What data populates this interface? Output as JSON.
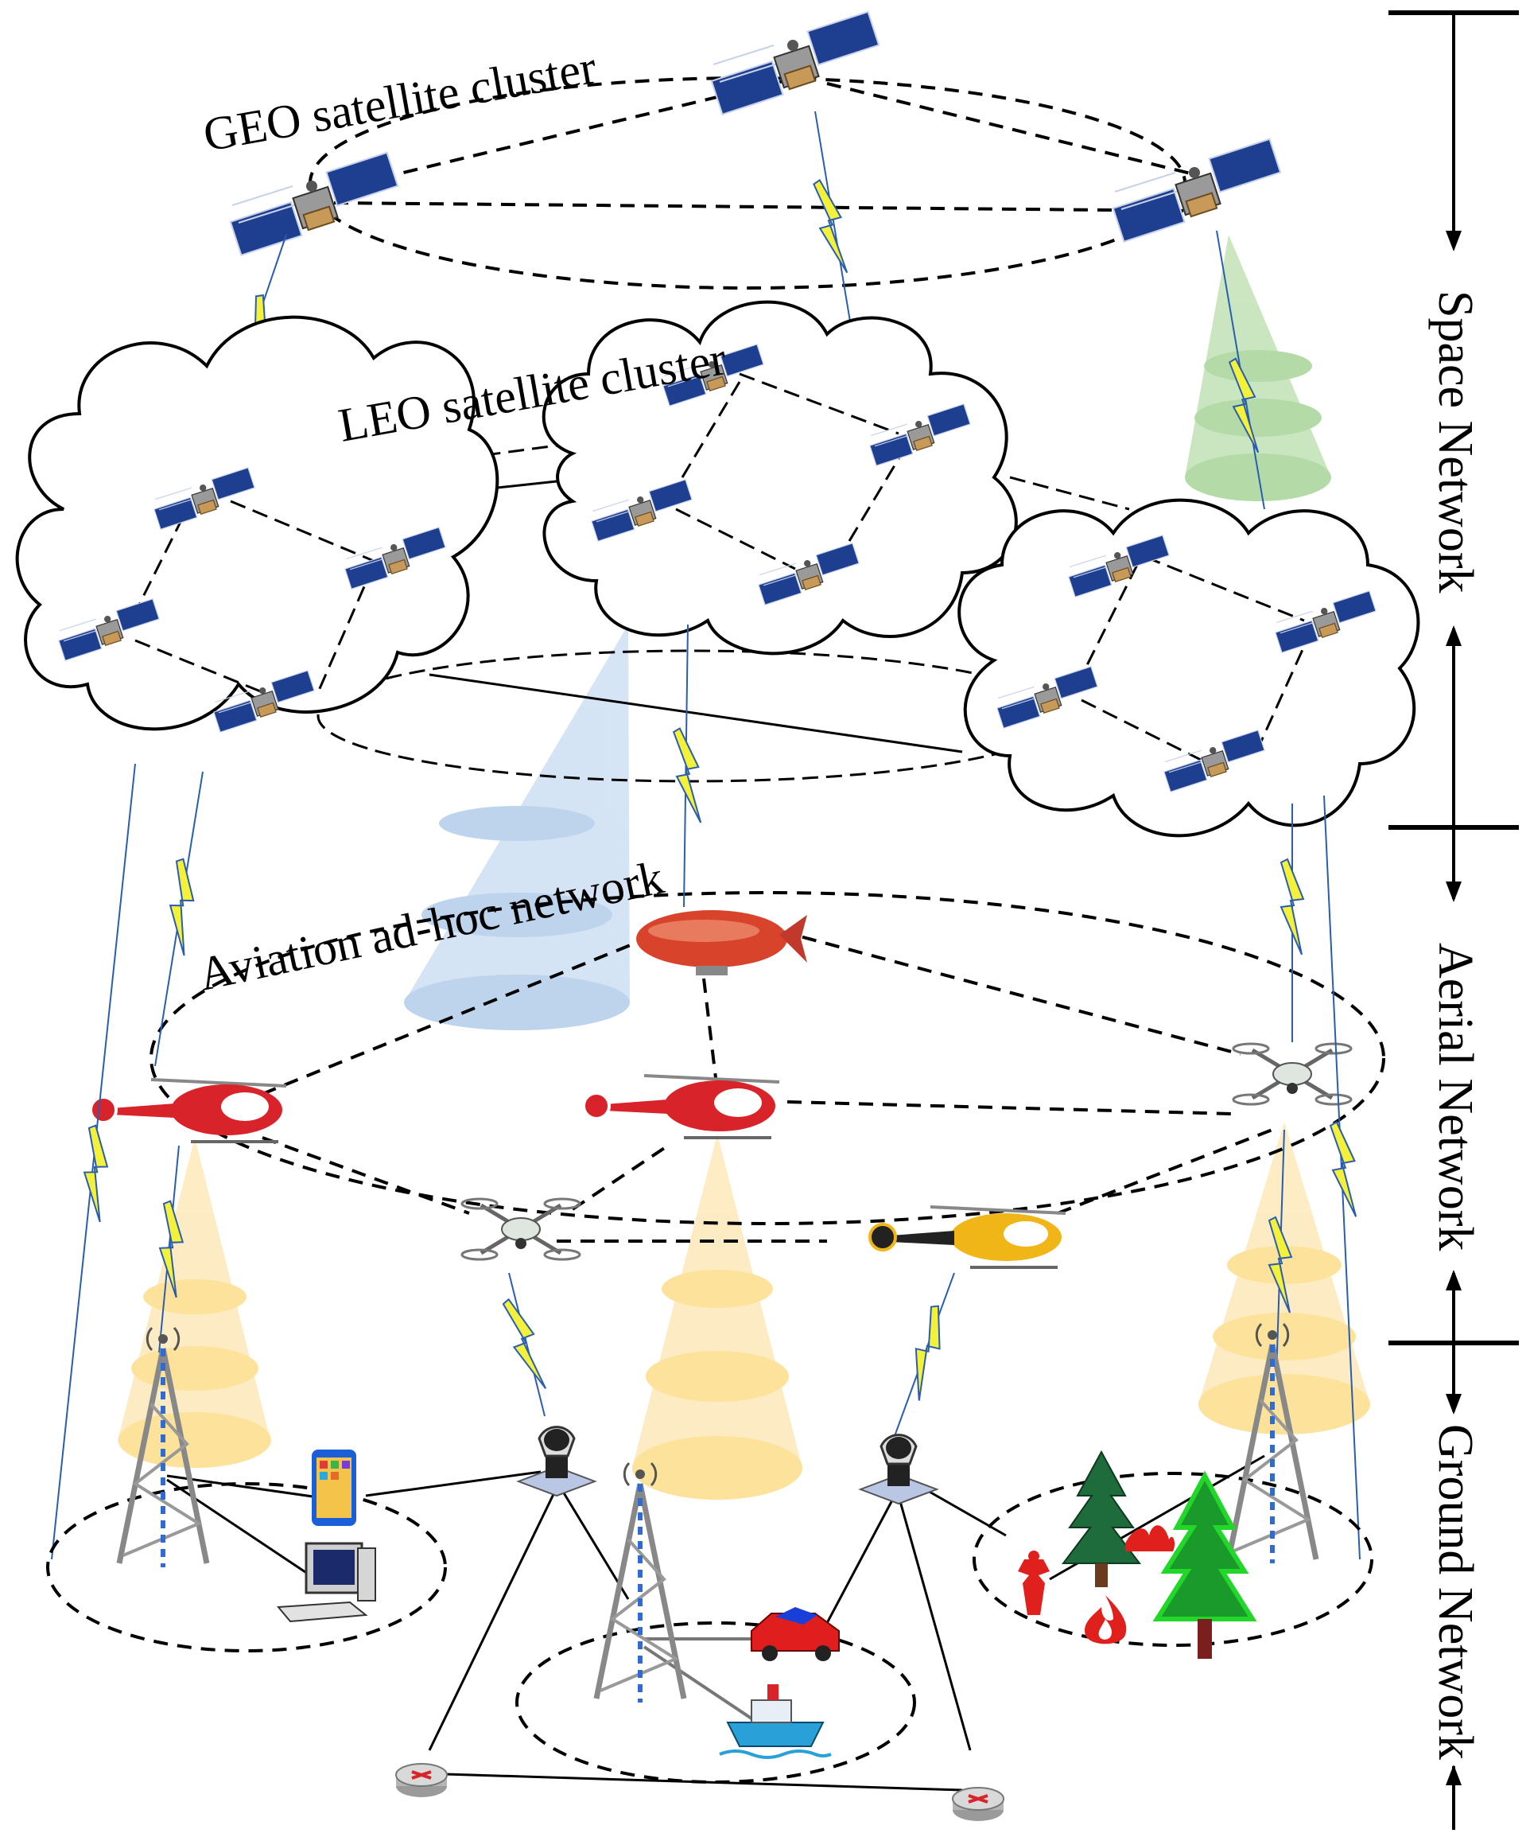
{
  "labels": {
    "geo_cluster": "GEO satellite cluster",
    "leo_cluster": "LEO satellite cluster",
    "aviation_network": "Aviation ad-hoc network",
    "space_network": "Space Network",
    "aerial_network": "Aerial Network",
    "ground_network": "Ground Network"
  },
  "colors": {
    "solar_panel": "#1e3f8f",
    "lightning": "#f4f13a",
    "beam_green": "#9ccf8a",
    "beam_blue": "#a9c6e8",
    "beam_yellow": "#fbd97a",
    "fire": "#e0201c",
    "tree_dark": "#1e6b3b",
    "tree_bright": "#22d62a"
  },
  "icons": {
    "geo_satellite": "satellite-icon",
    "leo_satellite": "satellite-icon",
    "airship": "airship-icon",
    "helicopter": "helicopter-icon",
    "drone": "drone-icon",
    "cell_tower": "cell-tower-icon",
    "ground_station": "satellite-dish-icon",
    "router": "router-icon",
    "phone": "smartphone-icon",
    "computer": "computer-icon",
    "car": "car-icon",
    "ship": "ship-icon",
    "tree": "tree-icon",
    "fire": "fire-icon",
    "hydrant": "hydrant-icon"
  }
}
